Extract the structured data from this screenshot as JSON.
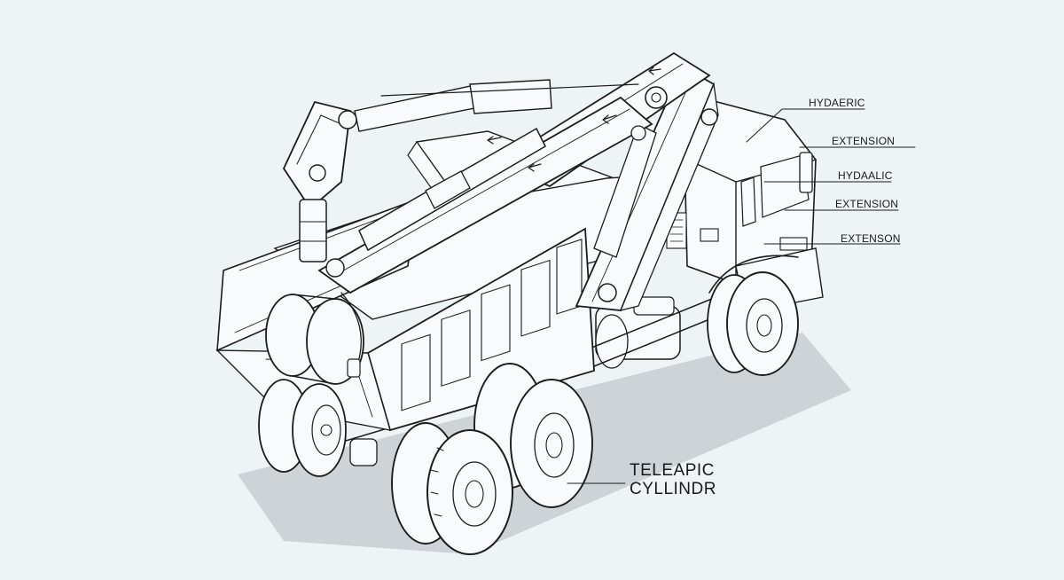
{
  "labels": {
    "hydaeric": "HYDAERIC",
    "extension_1": "EXTENSION",
    "hydaalic": "HYDAALIC",
    "extension_2": "EXTENSION",
    "extenson": "EXTENSON",
    "telepic_line1": "TELEAPIC",
    "telepic_line2": "CYLLINDR"
  },
  "colors": {
    "background": "#eef3f5",
    "line": "#1c1c1c",
    "shadow": "#cdd3d6"
  }
}
